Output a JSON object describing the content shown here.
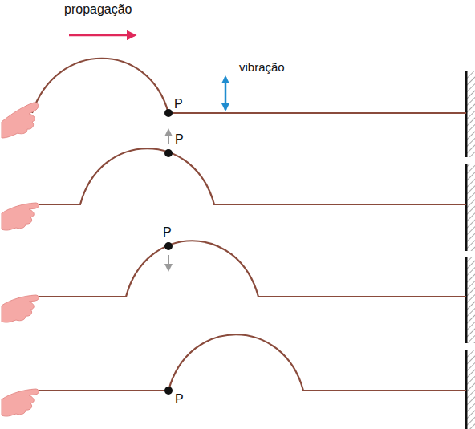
{
  "diagram": {
    "labels": [
      "propagação",
      "vibração",
      "P",
      "P",
      "P",
      "P"
    ]
  }
}
